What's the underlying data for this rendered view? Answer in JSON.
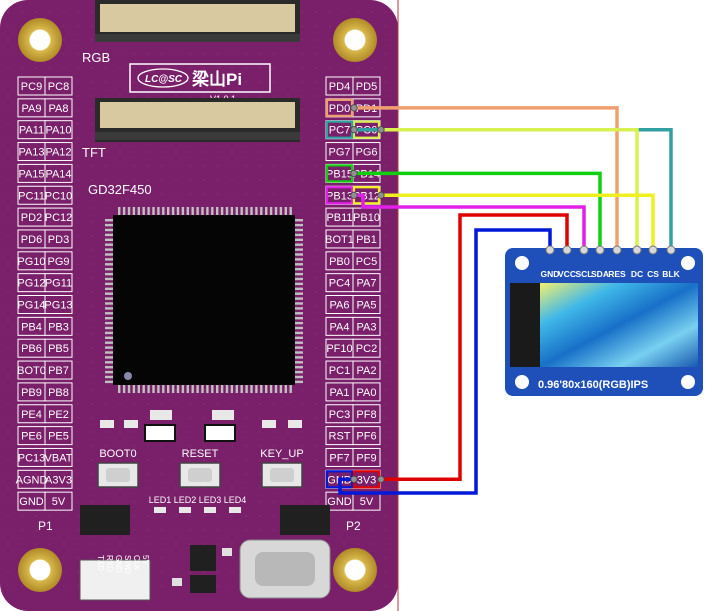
{
  "board": {
    "logo": "LC@SC",
    "title": "梁山Pi",
    "version": "V1.0.1",
    "rgb_label": "RGB",
    "tft_label": "TFT",
    "chip_label": "GD32F450",
    "p1_label": "P1",
    "p2_label": "P2",
    "buttons": [
      "BOOT0",
      "RESET",
      "KEY_UP"
    ],
    "leds": [
      "LED1",
      "LED2",
      "LED3",
      "LED4"
    ],
    "debug_labels": [
      "TXD",
      "RXD",
      "GND",
      "SWD",
      "CLK",
      "5V"
    ],
    "left_pins": [
      [
        "PC9",
        "PC8"
      ],
      [
        "PA9",
        "PA8"
      ],
      [
        "PA11",
        "PA10"
      ],
      [
        "PA13",
        "PA12"
      ],
      [
        "PA15",
        "PA14"
      ],
      [
        "PC11",
        "PC10"
      ],
      [
        "PD2",
        "PC12"
      ],
      [
        "PD6",
        "PD3"
      ],
      [
        "PG10",
        "PG9"
      ],
      [
        "PG12",
        "PG11"
      ],
      [
        "PG14",
        "PG13"
      ],
      [
        "PB4",
        "PB3"
      ],
      [
        "PB6",
        "PB5"
      ],
      [
        "BOT0",
        "PB7"
      ],
      [
        "PB9",
        "PB8"
      ],
      [
        "PE4",
        "PE2"
      ],
      [
        "PE6",
        "PE5"
      ],
      [
        "PC13",
        "VBAT"
      ],
      [
        "AGND",
        "A3V3"
      ],
      [
        "GND",
        "5V"
      ]
    ],
    "right_pins": [
      [
        "PD4",
        "PD5"
      ],
      [
        "PD0",
        "PD1"
      ],
      [
        "PC7",
        "PC6"
      ],
      [
        "PG7",
        "PG6"
      ],
      [
        "PB15",
        "PB14"
      ],
      [
        "PB13",
        "PB12"
      ],
      [
        "PB11",
        "PB10"
      ],
      [
        "BOT1",
        "PB1"
      ],
      [
        "PB0",
        "PC5"
      ],
      [
        "PC4",
        "PA7"
      ],
      [
        "PA6",
        "PA5"
      ],
      [
        "PA4",
        "PA3"
      ],
      [
        "PF10",
        "PC2"
      ],
      [
        "PC1",
        "PA2"
      ],
      [
        "PA1",
        "PA0"
      ],
      [
        "PC3",
        "PF8"
      ],
      [
        "RST",
        "PF6"
      ],
      [
        "PF7",
        "PF9"
      ],
      [
        "GND",
        "3V3"
      ],
      [
        "GND",
        "5V"
      ]
    ]
  },
  "lcd": {
    "pins": [
      "GND",
      "VCC",
      "SCL",
      "SDA",
      "RES",
      "DC",
      "CS",
      "BLK"
    ],
    "caption": "0.96'80x160(RGB)IPS"
  },
  "colors": {
    "board": "#7a1f6a",
    "gnd_wire": "#0018d8",
    "vcc_wire": "#e10000",
    "scl_wire": "#e020e8",
    "sda_wire": "#10d010",
    "res_wire": "#f0a070",
    "dc_wire": "#d8f050",
    "cs_wire": "#f0f020",
    "blk_wire": "#30a0a0"
  }
}
